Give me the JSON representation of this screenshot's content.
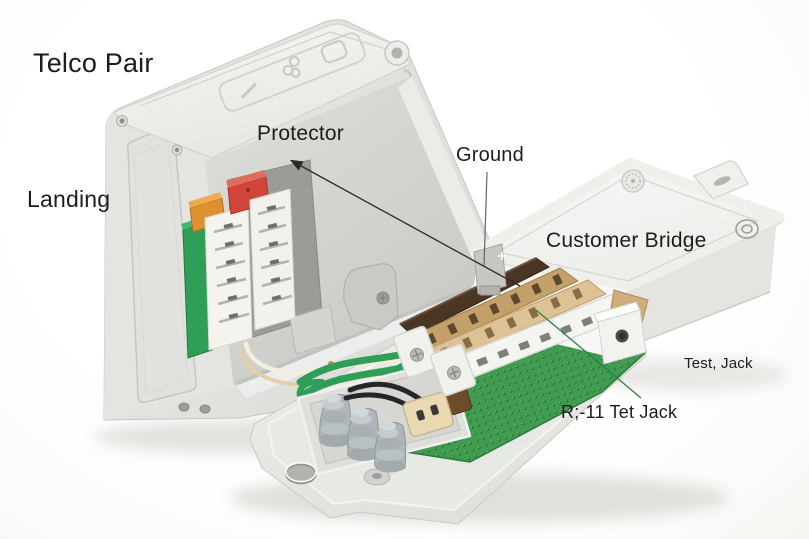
{
  "diagram": {
    "subject": "Telephone network interface device: open telco compartment (left) with surge protector modules, wiring tray with RJ-11 test jack (center), and closed customer bridge module (right)",
    "labels": [
      {
        "id": "telco-pair",
        "text": "Telco Pair",
        "leader": "none"
      },
      {
        "id": "landing",
        "text": "Landing",
        "leader": "none"
      },
      {
        "id": "protector",
        "text": "Protector",
        "leader": "arrow"
      },
      {
        "id": "ground",
        "text": "Ground",
        "leader": "line"
      },
      {
        "id": "customer-bridge",
        "text": "Customer Bridge",
        "leader": "none"
      },
      {
        "id": "test-jack",
        "text": "Test, Jack",
        "leader": "none"
      },
      {
        "id": "rj11-test-jack",
        "text": "R;-11 Tet Jack",
        "leader": "green-line"
      }
    ],
    "colors": {
      "background": "#fdfdfc",
      "label_text": "#1c1c1c",
      "enclosure_plastic": "#e7e8e4",
      "enclosure_highlight": "#f3f4f0",
      "interior_wall": "#d6d7d3",
      "recess_panel": "#9b9c98",
      "pcb_green": "#3f9c50",
      "pcb_dot": "#2a7a38",
      "protector_cap_orange": "#e0912f",
      "protector_cap_red": "#d2453a",
      "protector_body_green": "#2f9e57",
      "terminal_wood_light": "#dcc294",
      "terminal_wood_mid": "#c4a06a",
      "terminal_wood_dark": "#4b3626",
      "wire_green": "#2f9e57",
      "wire_cream": "#f3eedd",
      "wire_nut_gray": "#aeb6ba",
      "jack_beige": "#ead9b3",
      "leader_line": "#2a2a2a",
      "leader_line_green": "#2e7d4f"
    }
  }
}
